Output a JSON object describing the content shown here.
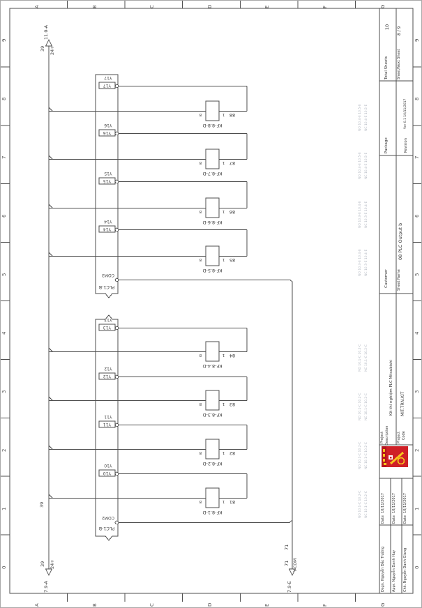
{
  "margins": {
    "columns": [
      "A",
      "B",
      "C",
      "D",
      "E",
      "F",
      "G"
    ],
    "rows": [
      "9",
      "8",
      "7",
      "6",
      "5",
      "4",
      "3",
      "2",
      "1",
      "0"
    ]
  },
  "schematic": {
    "power_rail": {
      "wire_no_top": "39",
      "signal_top": "24+",
      "ref_top": "11.0-A",
      "wire_no_mid": "39",
      "wire_no_bottom": "39",
      "signal_bottom": "24+",
      "ref_bottom": "7.9-A"
    },
    "com_rail": {
      "wire_no_upper": "71",
      "wire_no_bottom": "71",
      "signal_bottom": "Y-COM",
      "ref_bottom": "7.9-E"
    },
    "plc_blocks": [
      {
        "name": "PLC1-B",
        "common": "COM3"
      },
      {
        "name": "PLC1-B",
        "common": "COM2"
      }
    ],
    "rungs": [
      {
        "channel": "Y17",
        "tag": "KF-8.8-D",
        "wire_no": "88",
        "pin_left": "8",
        "pin_right": "1",
        "xref_no": "NO 10.4-E 10.5-E",
        "xref_nc": "NC 10.4-E 10.5-E"
      },
      {
        "channel": "Y16",
        "tag": "KF-8.7-D",
        "wire_no": "87",
        "pin_left": "8",
        "pin_right": "1",
        "xref_no": "NO 10.4-E 10.5-E",
        "xref_nc": "NC 10.4-E 10.5-E"
      },
      {
        "channel": "Y15",
        "tag": "KF-8.6-D",
        "wire_no": "86",
        "pin_left": "8",
        "pin_right": "1",
        "xref_no": "NO 10.3-E 10.4-E",
        "xref_nc": "NC 10.3-E 10.4-E"
      },
      {
        "channel": "Y14",
        "tag": "KF-8.5-D",
        "wire_no": "85",
        "pin_left": "8",
        "pin_right": "1",
        "xref_no": "NO 10.3-E 10.4-E",
        "xref_nc": "NC 10.3-E 10.4-E"
      },
      {
        "channel": "Y13",
        "tag": "KF-8.4-D",
        "wire_no": "84",
        "pin_left": "8",
        "pin_right": "1",
        "xref_no": "NO 10.1-C 10.2-C",
        "xref_nc": "NC 10.1-C 10.2-C"
      },
      {
        "channel": "Y12",
        "tag": "KF-8.3-D",
        "wire_no": "83",
        "pin_left": "8",
        "pin_right": "1",
        "xref_no": "NO 10.1-C 10.2-C",
        "xref_nc": "NC 10.1-C 10.2-C"
      },
      {
        "channel": "Y11",
        "tag": "KF-8.2-D",
        "wire_no": "82",
        "pin_left": "8",
        "pin_right": "1",
        "xref_no": "NO 10.1-C 10.2-C",
        "xref_nc": "NC 10.1-C 10.2-C"
      },
      {
        "channel": "Y10",
        "tag": "KF-8.1-D",
        "wire_no": "81",
        "pin_left": "8",
        "pin_right": "1",
        "xref_no": "NO 10.1-C 10.2-C",
        "xref_nc": "NC 10.1-C 10.2-C"
      }
    ]
  },
  "title_block": {
    "total_sheets_label": "Total Sheets",
    "total_sheets_value": "10",
    "sheet_next_label": "Sheet/Next Sheet",
    "sheet_next_value": "8 / 9",
    "package_label": "Package",
    "revision_label": "Revision",
    "revision_value": "Ver 0.1 10/11/2017",
    "customer_label": "Customer",
    "sheet_name_label": "Sheet Name",
    "sheet_name_value": "08 PLC Output b",
    "project_desc_label_1": "Project",
    "project_desc_label_2": "Description",
    "project_desc_value": "Kit thí nghiệm PLC Mitsubishi",
    "project_code_label_1": "Project",
    "project_code_label_2": "Code",
    "project_code_value": "MIT.TRN.KIT",
    "designer_label": "Dsgn.",
    "designer_name": "Nguyễn Đắc Trường",
    "approver_label": "Appr.",
    "approver_name": "Nguyễn Danh Huy",
    "checker_label": "Chk.",
    "checker_name": "Nguyễn Danh Giang",
    "date_label": "Date",
    "date_value": "10/11/2017",
    "logo_red": "#cf2027",
    "logo_yellow": "#f6c51c"
  }
}
